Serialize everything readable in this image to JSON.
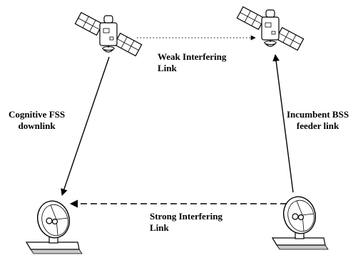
{
  "labels": {
    "weak_line1": "Weak Interfering",
    "weak_line2": "Link",
    "fss_line1": "Cognitive FSS",
    "fss_line2": "downlink",
    "bss_line1": "Incumbent BSS",
    "bss_line2": "feeder link",
    "strong_line1": "Strong Interfering",
    "strong_line2": "Link"
  },
  "icons": {
    "left_satellite": "satellite-icon",
    "right_satellite": "satellite-icon",
    "left_dish": "dish-antenna-icon",
    "right_dish": "dish-antenna-icon"
  },
  "colors": {
    "ink": "#000000",
    "panel_fill": "#ffffff",
    "shadow": "#c8c8c8"
  }
}
